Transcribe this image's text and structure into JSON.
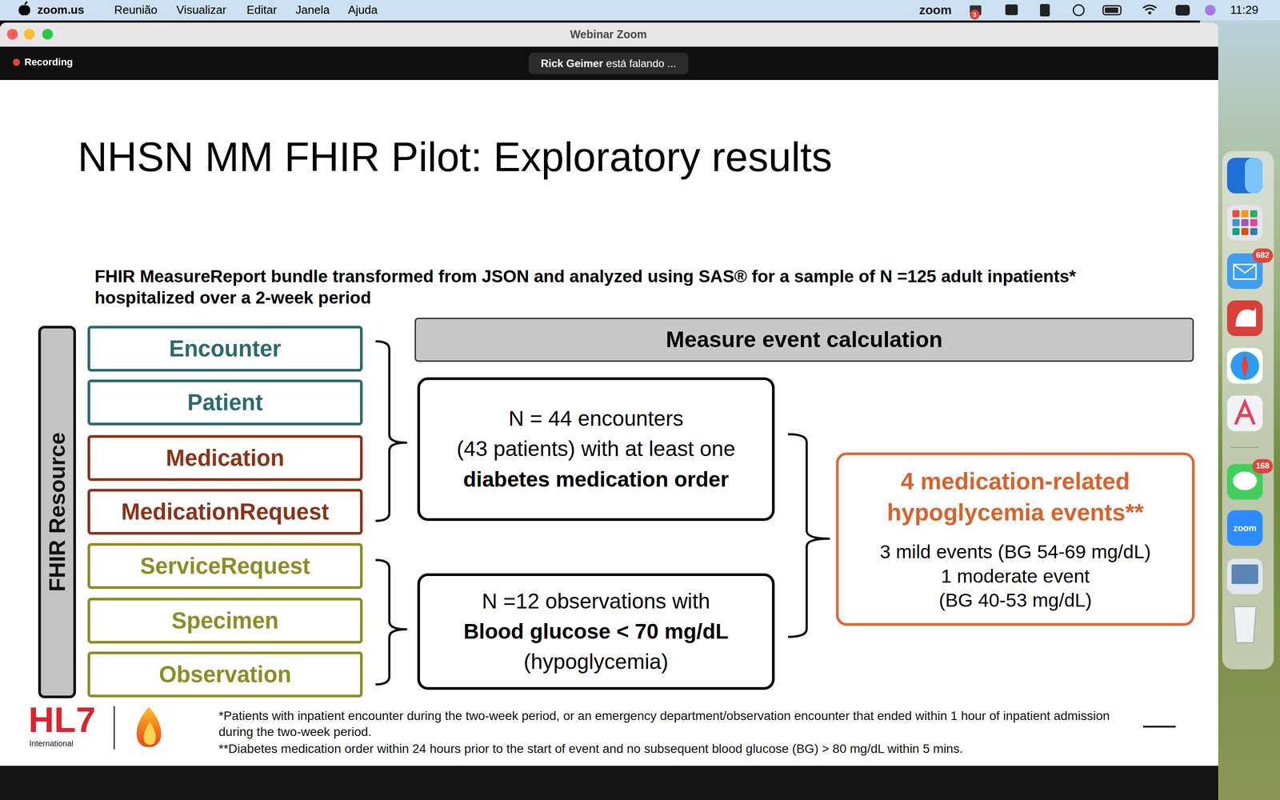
{
  "diagram": {
    "title": "NHSN MM FHIR Pilot: Exploratory results",
    "nodes": [
      {
        "text": [
          "FHIR Resource"
        ]
      },
      {
        "text": [
          "Encounter"
        ]
      },
      {
        "text": [
          "Patient"
        ]
      },
      {
        "text": [
          "Medication"
        ]
      },
      {
        "text": [
          "MedicationRequest"
        ]
      },
      {
        "text": [
          "ServiceRequest"
        ]
      },
      {
        "text": [
          "Specimen"
        ]
      },
      {
        "text": [
          "Observation"
        ]
      },
      {
        "text": [
          "Measure event calculation"
        ]
      },
      {
        "text": [
          "N = 44 encounters",
          "(43 patients) with at least one",
          "diabetes medication order"
        ]
      },
      {
        "text": [
          "N =12 observations with",
          "Blood glucose < 70 mg/dL",
          "(hypoglycemia)"
        ]
      },
      {
        "text": [
          "4 medication-related hypoglycemia events**",
          "3 mild events (BG 54-69 mg/dL)",
          "1 moderate event",
          "(BG 40-53 mg/dL)"
        ]
      }
    ],
    "labels": [
      "zoom.us",
      "Reunião",
      "Visualizar",
      "Editar",
      "Janela",
      "Ajuda",
      "3",
      "zoom",
      "11:29",
      "Webinar Zoom",
      "Recording",
      "Rick Geimer",
      "está falando ...",
      "FHIR MeasureReport bundle transformed from JSON and analyzed using SAS® for a sample of N =125 adult inpatients* hospitalized over a 2-week period",
      "HL7",
      "International",
      "*Patients with inpatient encounter during the two-week period, or an emergency department/observation encounter that ended within 1 hour of inpatient admission during the two-week period.",
      "**Diabetes medication order within 24 hours prior to the start of event and no subsequent blood glucose (BG) > 80 mg/dL within 5 mins.",
      "682",
      "168",
      "zoom"
    ]
  }
}
